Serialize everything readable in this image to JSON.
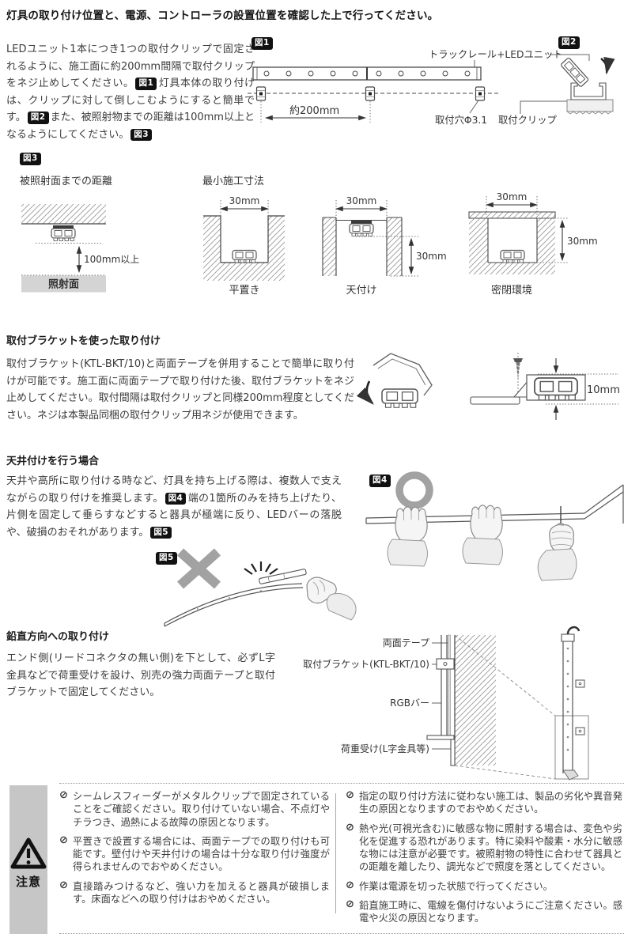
{
  "title": "灯具の取り付け位置と、電源、コントローラの設置位置を確認した上で行ってください。",
  "intro": {
    "p0": "LEDユニット1本につき1つの取付クリップで固定されるように、施工面に約200mm間隔で取付クリップをネジ止めしてください。",
    "p1": "灯具本体の取り付けは、クリップに対して倒しこむようにすると簡単です。",
    "p2": "また、被照射物までの距離は100mm以上となるようにしてください。"
  },
  "figures": {
    "fig1": "図1",
    "fig2": "図2",
    "fig3": "図3",
    "fig4": "図4",
    "fig5": "図5"
  },
  "fig1": {
    "rail_label": "トラックレール+LEDユニット",
    "spacing": "約200mm",
    "hole_label": "取付穴Φ3.1",
    "clip_label": "取付クリップ"
  },
  "fig3": {
    "left_title": "被照射面までの距離",
    "right_title": "最小施工寸法",
    "distance": "100mm以上",
    "surface": "照射面",
    "dim_w": "30mm",
    "dim_h": "30mm",
    "flat": "平置き",
    "ceiling": "天付け",
    "closed": "密閉環境"
  },
  "bracket": {
    "heading": "取付ブラケットを使った取り付け",
    "body": "取付ブラケット(KTL-BKT/10)と両面テープを併用することで簡単に取り付けが可能です。施工面に両面テープで取り付けた後、取付ブラケットをネジ止めしてください。取付間隔は取付クリップと同様200mm程度としてください。ネジは本製品同梱の取付クリップ用ネジが使用できます。",
    "dim": "10mm"
  },
  "ceiling_mount": {
    "heading": "天井付けを行う場合",
    "p0": "天井や高所に取り付ける時など、灯具を持ち上げる際は、複数人で支えながらの取り付けを推奨します。",
    "p1": "端の1箇所のみを持ち上げたり、片側を固定して垂らすなどすると器具が極端に反り、LEDバーの落脱や、破損のおそれがあります。"
  },
  "vertical_mount": {
    "heading": "鉛直方向への取り付け",
    "body": "エンド側(リードコネクタの無い側)を下として、必ずL字金具などで荷重受けを設け、別売の強力両面テープと取付ブラケットで固定してください。",
    "tape": "両面テープ",
    "bracket": "取付ブラケット(KTL-BKT/10)",
    "bar": "RGBバー",
    "support": "荷重受け(L字金具等)"
  },
  "caution": {
    "label": "注意",
    "left": [
      "シームレスフィーダーがメタルクリップで固定されていることをご確認ください。取り付けていない場合、不点灯やチラつき、過熱による故障の原因となります。",
      "平置きで設置する場合には、両面テープでの取り付けも可能です。壁付けや天井付けの場合は十分な取り付け強度が得られませんのでおやめください。",
      "直接踏みつけるなど、強い力を加えると器具が破損します。床面などへの取り付けはおやめください。"
    ],
    "right": [
      "指定の取り付け方法に従わない施工は、製品の劣化や異音発生の原因となりますのでおやめください。",
      "熱や光(可視光含む)に敏感な物に照射する場合は、変色や劣化を促進する恐れがあります。特に染料や酸素・水分に敏感な物には注意が必要です。被照射物の特性に合わせて器具との距離を離したり、調光などで照度を落としてください。",
      "作業は電源を切った状態で行ってください。",
      "鉛直施工時に、電線を傷付けないようにご注意ください。感電や火災の原因となります。"
    ]
  },
  "colors": {
    "tag_bg": "#111111",
    "mark_gray": "#a2a2a2",
    "surface_gray": "#d4d4d4",
    "caution_bg": "#c6c6c6"
  }
}
